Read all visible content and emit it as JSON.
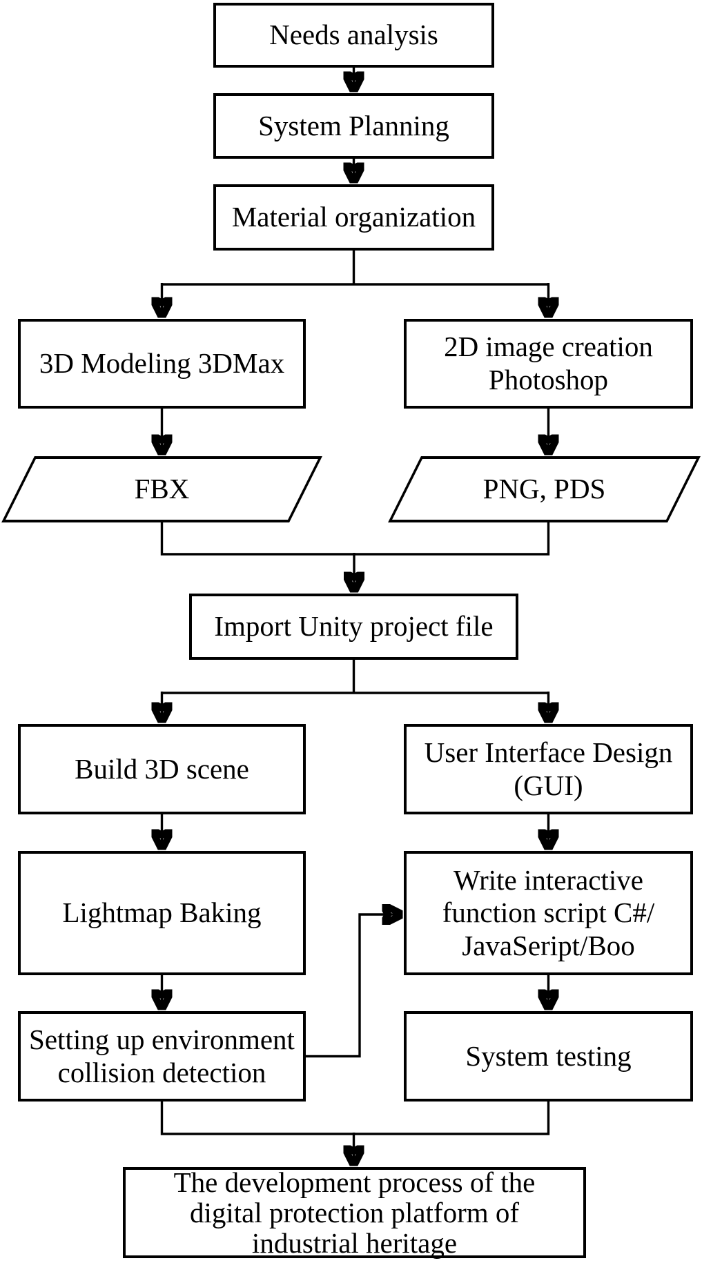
{
  "flowchart": {
    "colors": {
      "stroke": "#000000",
      "node_fill": "#ffffff",
      "background": "#ffffff"
    },
    "nodes": [
      {
        "id": "needs-analysis",
        "shape": "rect",
        "label": "Needs analysis"
      },
      {
        "id": "system-planning",
        "shape": "rect",
        "label": "System Planning"
      },
      {
        "id": "material-organization",
        "shape": "rect",
        "label": "Material organization"
      },
      {
        "id": "modeling-3dmax",
        "shape": "rect",
        "label": "3D Modeling 3DMax"
      },
      {
        "id": "image-creation-photoshop",
        "shape": "rect",
        "label": "2D image creation\nPhotoshop"
      },
      {
        "id": "fbx",
        "shape": "parallelogram",
        "label": "FBX"
      },
      {
        "id": "png-pds",
        "shape": "parallelogram",
        "label": "PNG, PDS"
      },
      {
        "id": "import-unity-project-file",
        "shape": "rect",
        "label": "Import Unity project file"
      },
      {
        "id": "build-3d-scene",
        "shape": "rect",
        "label": "Build 3D scene"
      },
      {
        "id": "user-interface-design",
        "shape": "rect",
        "label": "User Interface Design\n(GUI)"
      },
      {
        "id": "lightmap-baking",
        "shape": "rect",
        "label": "Lightmap Baking"
      },
      {
        "id": "write-interactive-script",
        "shape": "rect",
        "label": "Write interactive\nfunction script C#/\nJavaSeript/Boo"
      },
      {
        "id": "collision-detection",
        "shape": "rect",
        "label": "Setting up environment\ncollision detection"
      },
      {
        "id": "system-testing",
        "shape": "rect",
        "label": "System testing"
      },
      {
        "id": "development-process",
        "shape": "rect",
        "label": "The development process of the\ndigital protection platform of\nindustrial heritage"
      }
    ],
    "edges": [
      {
        "from": "needs-analysis",
        "to": "system-planning"
      },
      {
        "from": "system-planning",
        "to": "material-organization"
      },
      {
        "from": "material-organization",
        "to": "modeling-3dmax"
      },
      {
        "from": "material-organization",
        "to": "image-creation-photoshop"
      },
      {
        "from": "modeling-3dmax",
        "to": "fbx"
      },
      {
        "from": "image-creation-photoshop",
        "to": "png-pds"
      },
      {
        "from": "fbx",
        "to": "import-unity-project-file"
      },
      {
        "from": "png-pds",
        "to": "import-unity-project-file"
      },
      {
        "from": "import-unity-project-file",
        "to": "build-3d-scene"
      },
      {
        "from": "import-unity-project-file",
        "to": "user-interface-design"
      },
      {
        "from": "build-3d-scene",
        "to": "lightmap-baking"
      },
      {
        "from": "lightmap-baking",
        "to": "collision-detection"
      },
      {
        "from": "collision-detection",
        "to": "write-interactive-script"
      },
      {
        "from": "user-interface-design",
        "to": "write-interactive-script"
      },
      {
        "from": "write-interactive-script",
        "to": "system-testing"
      },
      {
        "from": "collision-detection",
        "to": "development-process"
      },
      {
        "from": "system-testing",
        "to": "development-process"
      }
    ]
  }
}
